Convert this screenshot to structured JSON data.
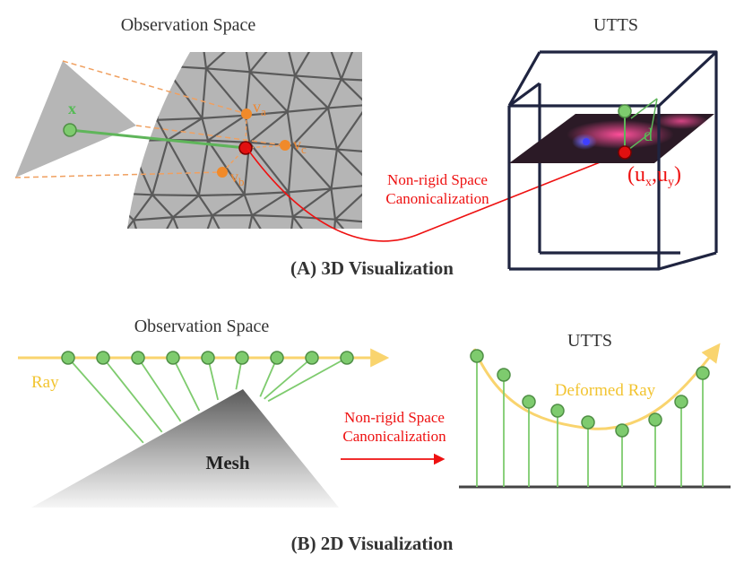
{
  "top_panel": {
    "observation_title": "Observation Space",
    "utts_title": "UTTS",
    "point_label": "x",
    "vertex_a": "v",
    "vertex_a_sub": "a",
    "vertex_b": "v",
    "vertex_b_sub": "b",
    "vertex_c": "v",
    "vertex_c_sub": "c",
    "arrow_label_line1": "Non-rigid Space",
    "arrow_label_line2": "Canonicalization",
    "d_label": "d",
    "coord_open": "(u",
    "coord_x_sub": "x",
    "coord_sep": ",u",
    "coord_y_sub": "y",
    "coord_close": ")",
    "caption": "(A) 3D Visualization"
  },
  "bottom_panel": {
    "observation_title": "Observation Space",
    "ray_label": "Ray",
    "mesh_label": "Mesh",
    "arrow_label_line1": "Non-rigid Space",
    "arrow_label_line2": "Canonicalization",
    "utts_title": "UTTS",
    "deformed_ray_label": "Deformed Ray",
    "caption": "(B) 2D Visualization"
  },
  "colors": {
    "ray": "#f9d46e",
    "point_fill": "#7ecb6e",
    "point_stroke": "#4f8f45",
    "mesh": "#8c8c8c",
    "arrow": "#ee1111",
    "vertex": "#f08a2a"
  }
}
